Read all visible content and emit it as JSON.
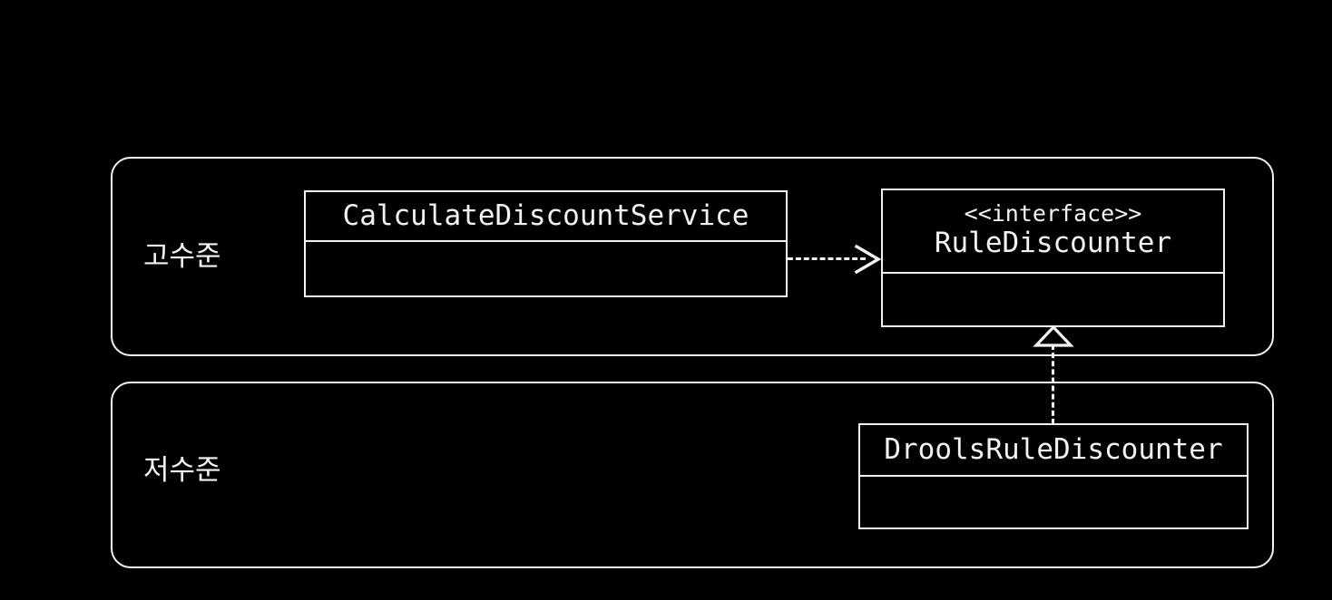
{
  "diagram": {
    "type": "uml-class-diagram",
    "background_color": "#000000",
    "stroke_color": "#f2f2f2",
    "packages": [
      {
        "id": "high",
        "label": "고수준",
        "classes": [
          "CalculateDiscountService",
          "RuleDiscounter"
        ]
      },
      {
        "id": "low",
        "label": "저수준",
        "classes": [
          "DroolsRuleDiscounter"
        ]
      }
    ],
    "classes": [
      {
        "id": "service",
        "name": "CalculateDiscountService",
        "stereotype": "",
        "compartments": 2
      },
      {
        "id": "interface",
        "name": "RuleDiscounter",
        "stereotype": "<<interface>>",
        "compartments": 2
      },
      {
        "id": "drools",
        "name": "DroolsRuleDiscounter",
        "stereotype": "",
        "compartments": 2
      }
    ],
    "relationships": [
      {
        "id": "dependency",
        "kind": "dependency",
        "line": "dashed",
        "arrowhead": "open",
        "from": "CalculateDiscountService",
        "to": "RuleDiscounter"
      },
      {
        "id": "realization",
        "kind": "realization",
        "line": "dashed",
        "arrowhead": "hollow-triangle",
        "from": "DroolsRuleDiscounter",
        "to": "RuleDiscounter"
      }
    ]
  }
}
